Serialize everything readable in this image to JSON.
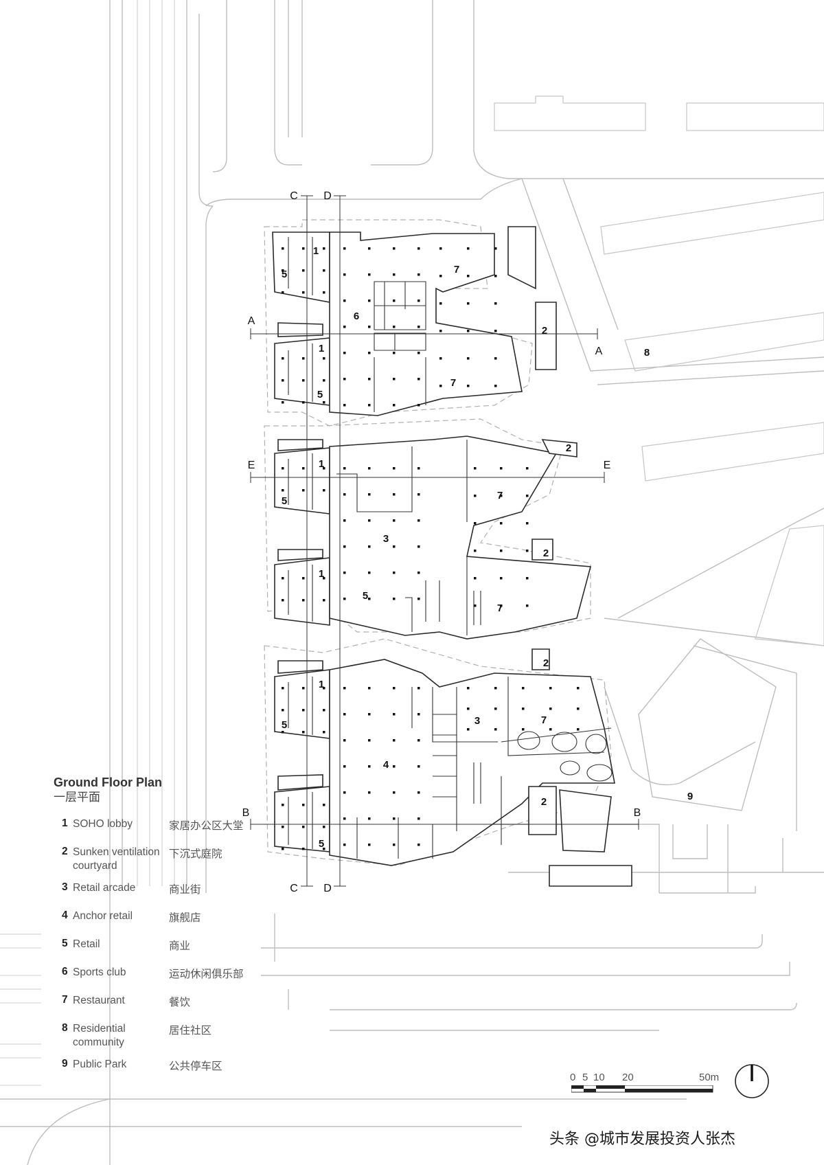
{
  "plan": {
    "title": "Ground Floor Plan",
    "subtitle": "一层平面",
    "legend": [
      {
        "num": "1",
        "en": "SOHO lobby",
        "zh": "家居办公区大堂"
      },
      {
        "num": "2",
        "en": "Sunken ventilation courtyard",
        "zh": "下沉式庭院"
      },
      {
        "num": "3",
        "en": "Retail arcade",
        "zh": "商业街"
      },
      {
        "num": "4",
        "en": "Anchor retail",
        "zh": "旗舰店"
      },
      {
        "num": "5",
        "en": "Retail",
        "zh": "商业"
      },
      {
        "num": "6",
        "en": "Sports club",
        "zh": "运动休闲俱乐部"
      },
      {
        "num": "7",
        "en": "Restaurant",
        "zh": "餐饮"
      },
      {
        "num": "8",
        "en": "Residential community",
        "zh": "居住社区"
      },
      {
        "num": "9",
        "en": "Public Park",
        "zh": "公共停车区"
      }
    ],
    "section_marks": {
      "a": "A",
      "b": "B",
      "c": "C",
      "d": "D",
      "e": "E"
    },
    "zone_labels": [
      "1",
      "1",
      "1",
      "1",
      "1",
      "5",
      "5",
      "5",
      "5",
      "5",
      "5",
      "6",
      "7",
      "7",
      "7",
      "7",
      "7",
      "3",
      "3",
      "4",
      "2",
      "2",
      "2",
      "2",
      "2",
      "8",
      "9"
    ],
    "scale": {
      "l0": "0",
      "l5": "5",
      "l10": "10",
      "l20": "20",
      "l50": "50m"
    },
    "watermark": "头条 @城市发展投资人张杰"
  }
}
